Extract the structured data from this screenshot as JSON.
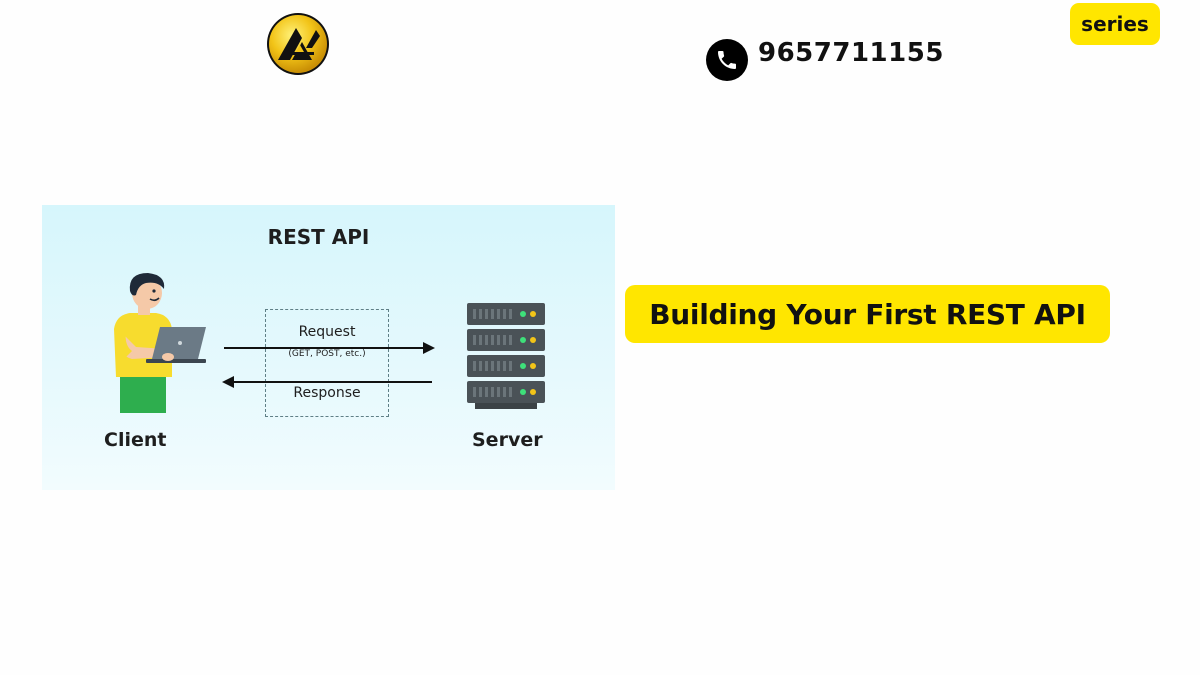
{
  "header": {
    "logo_icon": "brand-logo-icon",
    "phone_icon": "phone-icon",
    "phone_number": "9657711155",
    "series_label": "series"
  },
  "diagram": {
    "title": "REST API",
    "client_label": "Client",
    "server_label": "Server",
    "request_label": "Request",
    "request_methods": "(GET, POST, etc.)",
    "response_label": "Response"
  },
  "headline": {
    "text": "Building Your First REST API"
  },
  "colors": {
    "accent_yellow": "#ffe600",
    "diagram_bg": "#d6f6fc",
    "text_dark": "#111111",
    "logo_gold": "#e8b40c",
    "server_gray": "#4a5257",
    "client_shirt": "#f7dc2e",
    "client_pants": "#2eae4e"
  }
}
